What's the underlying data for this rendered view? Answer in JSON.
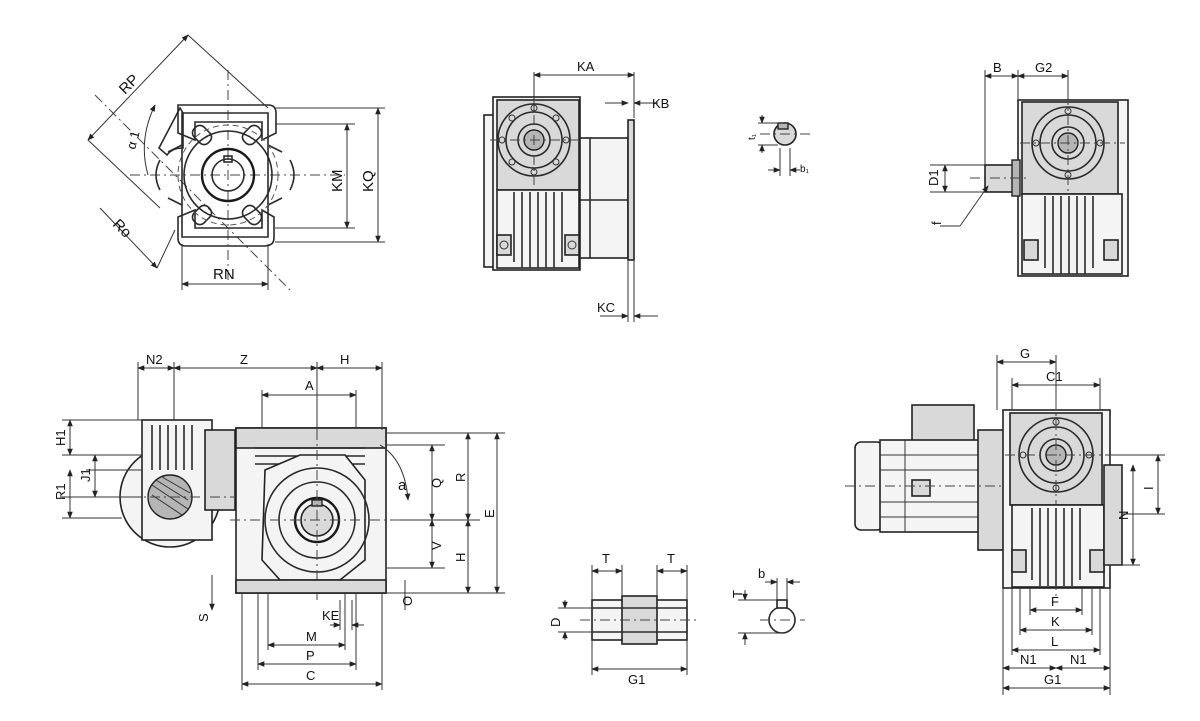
{
  "top_left_view": {
    "labels": {
      "rp": "RP",
      "alpha1": "α 1",
      "ro": "Ro",
      "rn": "RN",
      "km": "KM",
      "kq": "KQ"
    }
  },
  "top_middle_view": {
    "labels": {
      "ka": "KA",
      "kb": "KB",
      "kc": "KC"
    }
  },
  "keyway_small": {
    "labels": {
      "t1": "t₁",
      "b1": "b₁"
    }
  },
  "top_right_view": {
    "labels": {
      "b": "B",
      "g2": "G2",
      "d1": "D1",
      "f": "f"
    }
  },
  "bottom_left_view": {
    "labels": {
      "n2": "N2",
      "z": "Z",
      "h_top": "H",
      "a_cap": "A",
      "h1": "H1",
      "j1": "J1",
      "r1": "R1",
      "a_small": "a",
      "q": "Q",
      "r": "R",
      "e": "E",
      "v": "V",
      "h_side": "H",
      "o": "O",
      "s": "S",
      "ke": "KE",
      "m": "M",
      "p": "P",
      "c": "C"
    }
  },
  "shaft_view": {
    "labels": {
      "t_left": "T",
      "t_right": "T",
      "d": "D",
      "g1": "G1"
    }
  },
  "bore_view": {
    "labels": {
      "t": "T",
      "b": "b"
    }
  },
  "bottom_right_view": {
    "labels": {
      "g": "G",
      "c1": "C1",
      "i": "I",
      "n": "N",
      "f": "F",
      "k": "K",
      "l": "L",
      "n1_left": "N1",
      "n1_right": "N1",
      "g1": "G1"
    }
  }
}
